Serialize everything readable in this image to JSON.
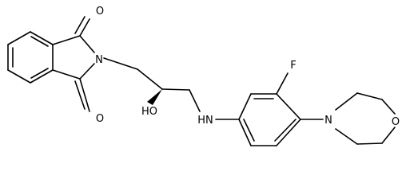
{
  "structure": {
    "colors": {
      "bond": "#000000",
      "label": "#000000",
      "background": "#ffffff"
    },
    "atom_labels": {
      "o_top": "O",
      "o_bottom": "O",
      "n_imide": "N",
      "ho": "HO",
      "nh": "HN",
      "f": "F",
      "n_morpholine": "N",
      "o_morpholine": "O"
    }
  }
}
